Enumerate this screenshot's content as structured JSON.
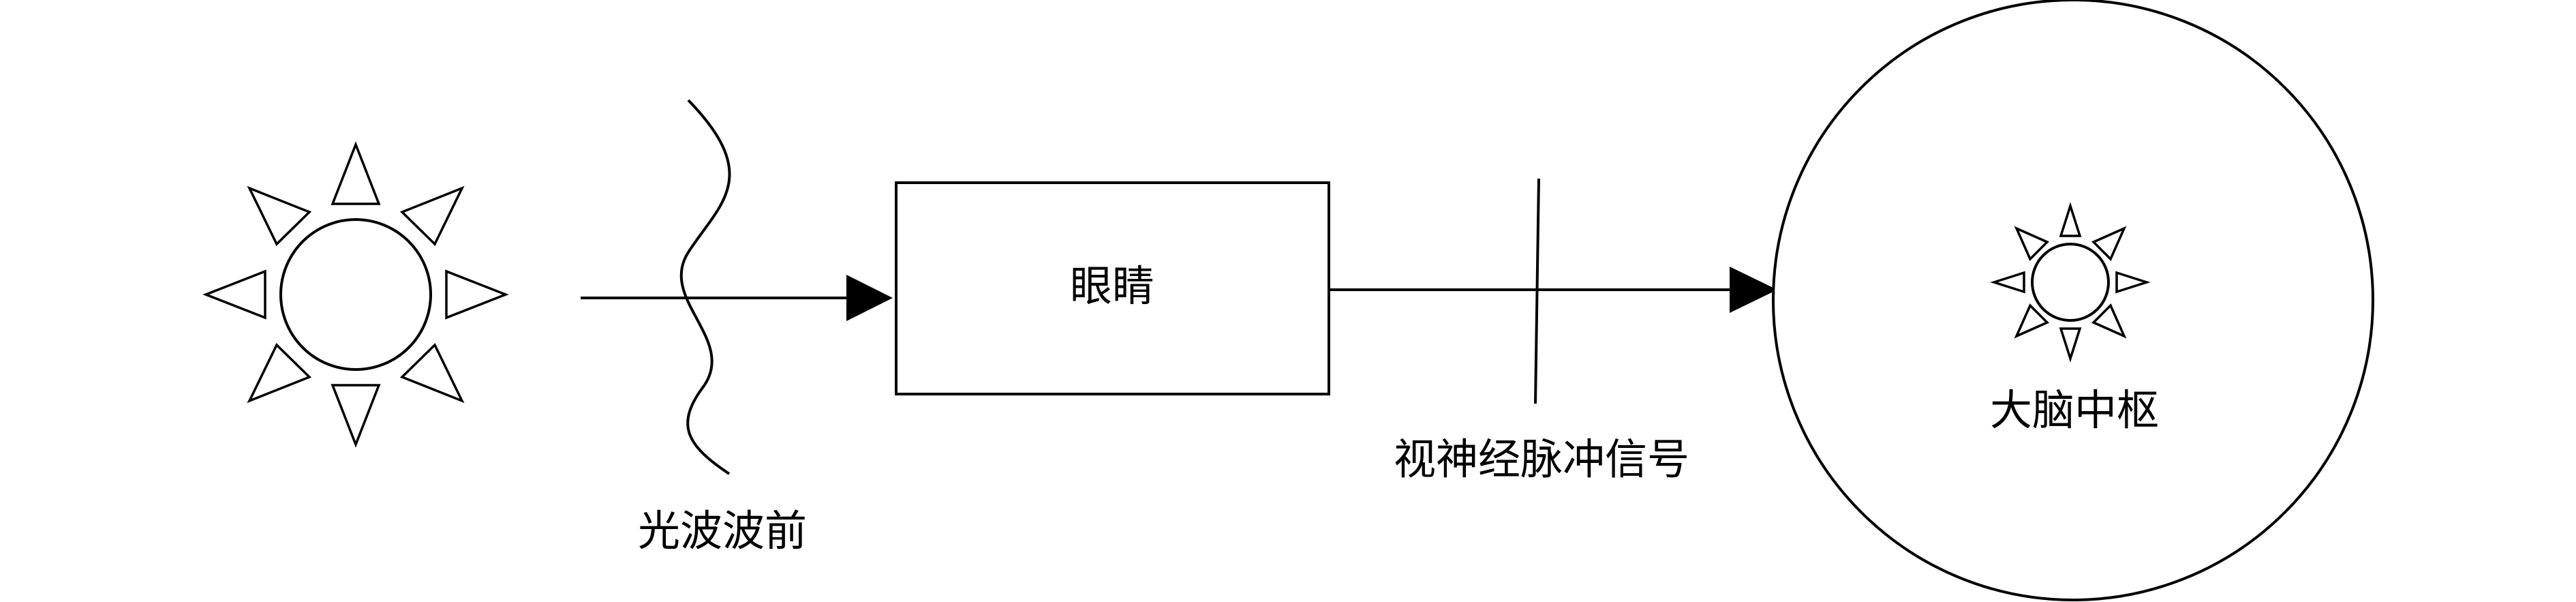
{
  "diagram": {
    "light_wavefront_label": "光波波前",
    "eye_label": "眼睛",
    "optic_nerve_label": "视神经脉冲信号",
    "brain_label": "大脑中枢"
  },
  "icons": {
    "light_source": "sun-icon",
    "perceived_light": "sun-icon"
  }
}
